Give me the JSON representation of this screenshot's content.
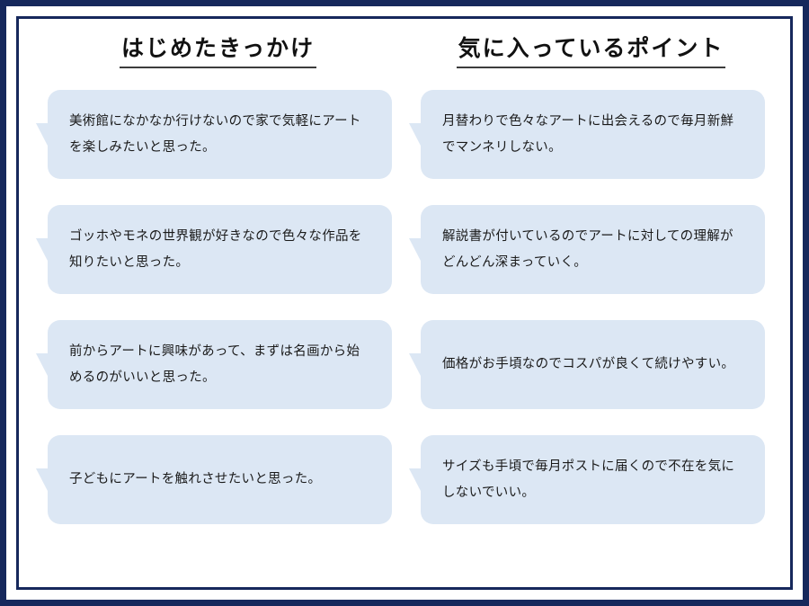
{
  "theme": {
    "frame_color": "#16285c",
    "page_background": "#ffffff",
    "bubble_color": "#dce7f4",
    "text_color": "#1a1a1a",
    "heading_color": "#111111",
    "heading_rule_color": "#3c3c3c"
  },
  "columns": [
    {
      "id": "reason-started",
      "heading": "はじめたきっかけ",
      "bubbles": [
        {
          "text": "美術館になかなか行けないので家で気軽にアートを楽しみたいと思った。"
        },
        {
          "text": "ゴッホやモネの世界観が好きなので色々な作品を知りたいと思った。"
        },
        {
          "text": "前からアートに興味があって、まずは名画から始めるのがいいと思った。"
        },
        {
          "text": "子どもにアートを触れさせたいと思った。"
        }
      ]
    },
    {
      "id": "favorite-points",
      "heading": "気に入っているポイント",
      "bubbles": [
        {
          "text": "月替わりで色々なアートに出会えるので毎月新鮮でマンネリしない。"
        },
        {
          "text": "解説書が付いているのでアートに対しての理解がどんどん深まっていく。"
        },
        {
          "text": "価格がお手頃なのでコスパが良くて続けやすい。"
        },
        {
          "text": "サイズも手頃で毎月ポストに届くので不在を気にしないでいい。"
        }
      ]
    }
  ]
}
